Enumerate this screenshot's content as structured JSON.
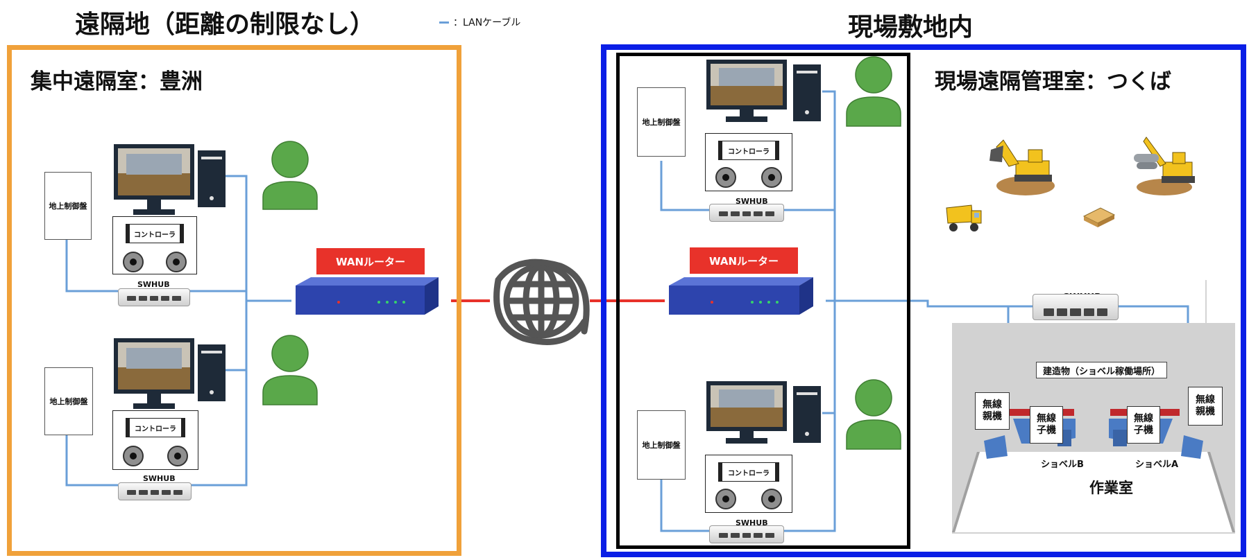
{
  "titles": {
    "remote": "遠隔地（距離の制限なし）",
    "onsite": "現場敷地内"
  },
  "legend": {
    "label": "：LANケーブル",
    "color": "#6a9fd8"
  },
  "rooms": {
    "toyosu": "集中遠隔室：豊洲",
    "tsukuba": "現場遠隔管理室：つくば",
    "workroom": "作業室"
  },
  "devices": {
    "ground_panel": "地上制御盤",
    "controller": "コントローラ",
    "swhub": "SWHUB",
    "wan_router": "WANルーター"
  },
  "site": {
    "building": "建造物（ショベル稼働場所）",
    "wireless_parent": "無線\n親機",
    "wireless_child": "無線\n子機",
    "shovel_b": "ショベルB",
    "shovel_a": "ショベルA"
  },
  "colors": {
    "remote_frame": "#f0a13a",
    "onsite_frame": "#0a1ee6",
    "lan_cable": "#6a9fd8",
    "wan_link": "#e8322a",
    "router_label": "#e8322a",
    "person": "#5aa84a"
  },
  "icons": [
    "globe-icon",
    "person-icon",
    "monitor-icon",
    "pc-tower-icon",
    "router-icon",
    "excavator-icon",
    "dump-truck-icon",
    "lumber-icon"
  ]
}
